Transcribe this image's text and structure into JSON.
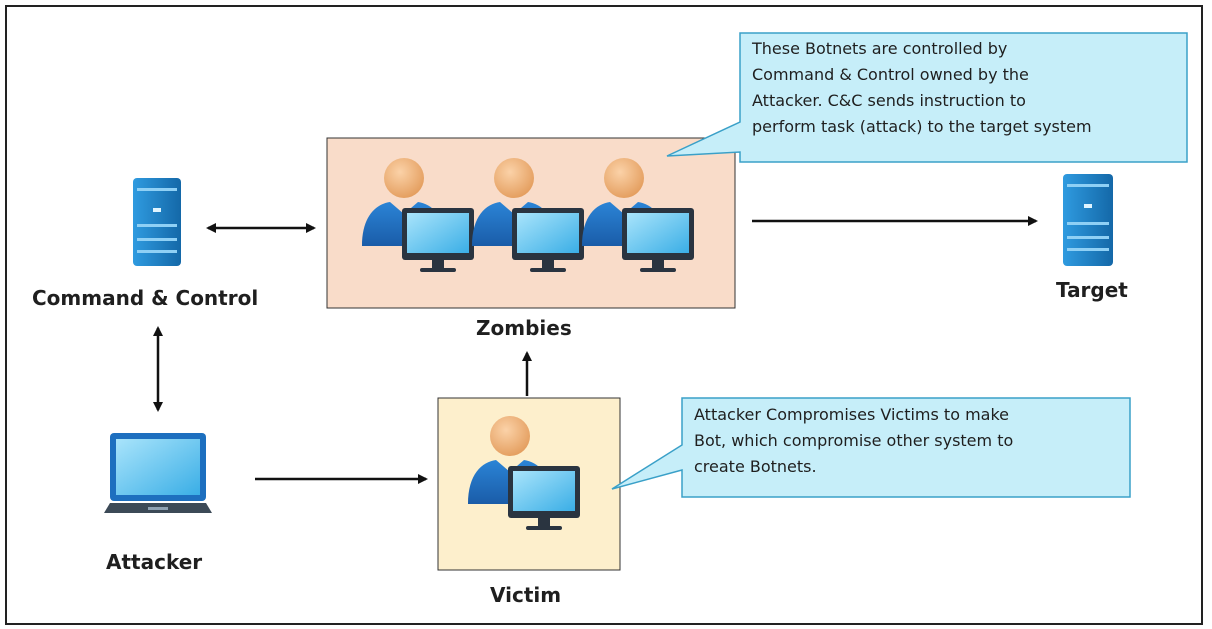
{
  "nodes": {
    "command_control": "Command & Control",
    "zombies": "Zombies",
    "target": "Target",
    "attacker": "Attacker",
    "victim": "Victim"
  },
  "callouts": {
    "zombies_note": [
      "These Botnets are controlled by",
      "Command & Control owned by the",
      "Attacker. C&C sends instruction to",
      "perform task (attack) to the target system"
    ],
    "victim_note": [
      "Attacker Compromises Victims to make",
      "Bot, which compromise other system to",
      "create Botnets."
    ]
  },
  "colors": {
    "zombies_box_fill": "#f9dcc9",
    "victim_box_fill": "#fdefcc",
    "callout_fill": "#c6eef9",
    "callout_border": "#3aa0c8",
    "server_blue": "#1e7fc2",
    "person_head": "#efb47d",
    "person_body": "#1f6fc4",
    "monitor_screen": "#6cc8f0",
    "arrow": "#111111"
  }
}
